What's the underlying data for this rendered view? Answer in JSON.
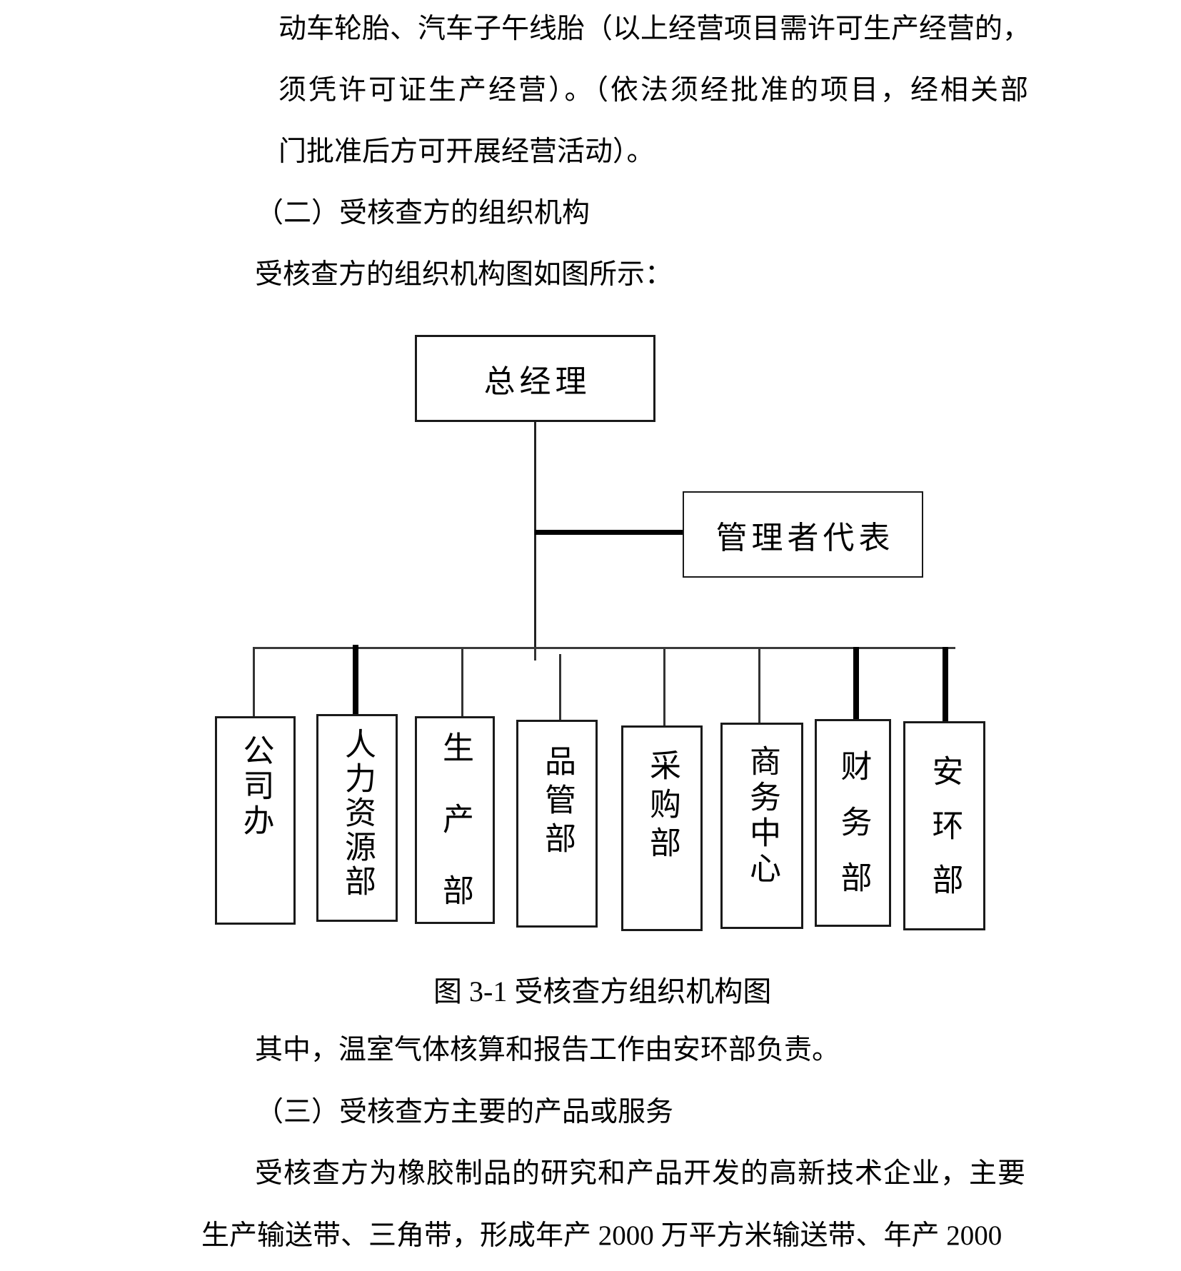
{
  "doc": {
    "lines": [
      {
        "text": "动车轮胎、汽车子午线胎（以上经营项目需许可生产经营的，"
      },
      {
        "text": "须凭许可证生产经营）。（依法须经批准的项目，经相关部"
      },
      {
        "text": "门批准后方可开展经营活动）。"
      },
      {
        "text": "（二）受核查方的组织机构"
      },
      {
        "text": "受核查方的组织机构图如图所示："
      },
      {
        "text": "其中，温室气体核算和报告工作由安环部负责。"
      },
      {
        "text": "（三）受核查方主要的产品或服务"
      },
      {
        "text": "受核查方为橡胶制品的研究和产品开发的高新技术企业，主要"
      },
      {
        "text": "生产输送带、三角带，形成年产 2000 万平方米输送带、年产 2000"
      }
    ],
    "figure_caption": "图 3-1 受核查方组织机构图"
  },
  "org_chart": {
    "general_manager": "总经理",
    "management_representative": "管理者代表",
    "departments": [
      {
        "label": "公司办"
      },
      {
        "label": "人力资源部"
      },
      {
        "label": "生产部"
      },
      {
        "label": "品管部"
      },
      {
        "label": "采购部"
      },
      {
        "label": "商务中心"
      },
      {
        "label": "财务部"
      },
      {
        "label": "安环部"
      }
    ]
  },
  "colors": {
    "text": "#000000",
    "background": "#ffffff",
    "box_border": "#1a1a1a",
    "thin_connector": "#333333",
    "thick_connector": "#000000"
  }
}
